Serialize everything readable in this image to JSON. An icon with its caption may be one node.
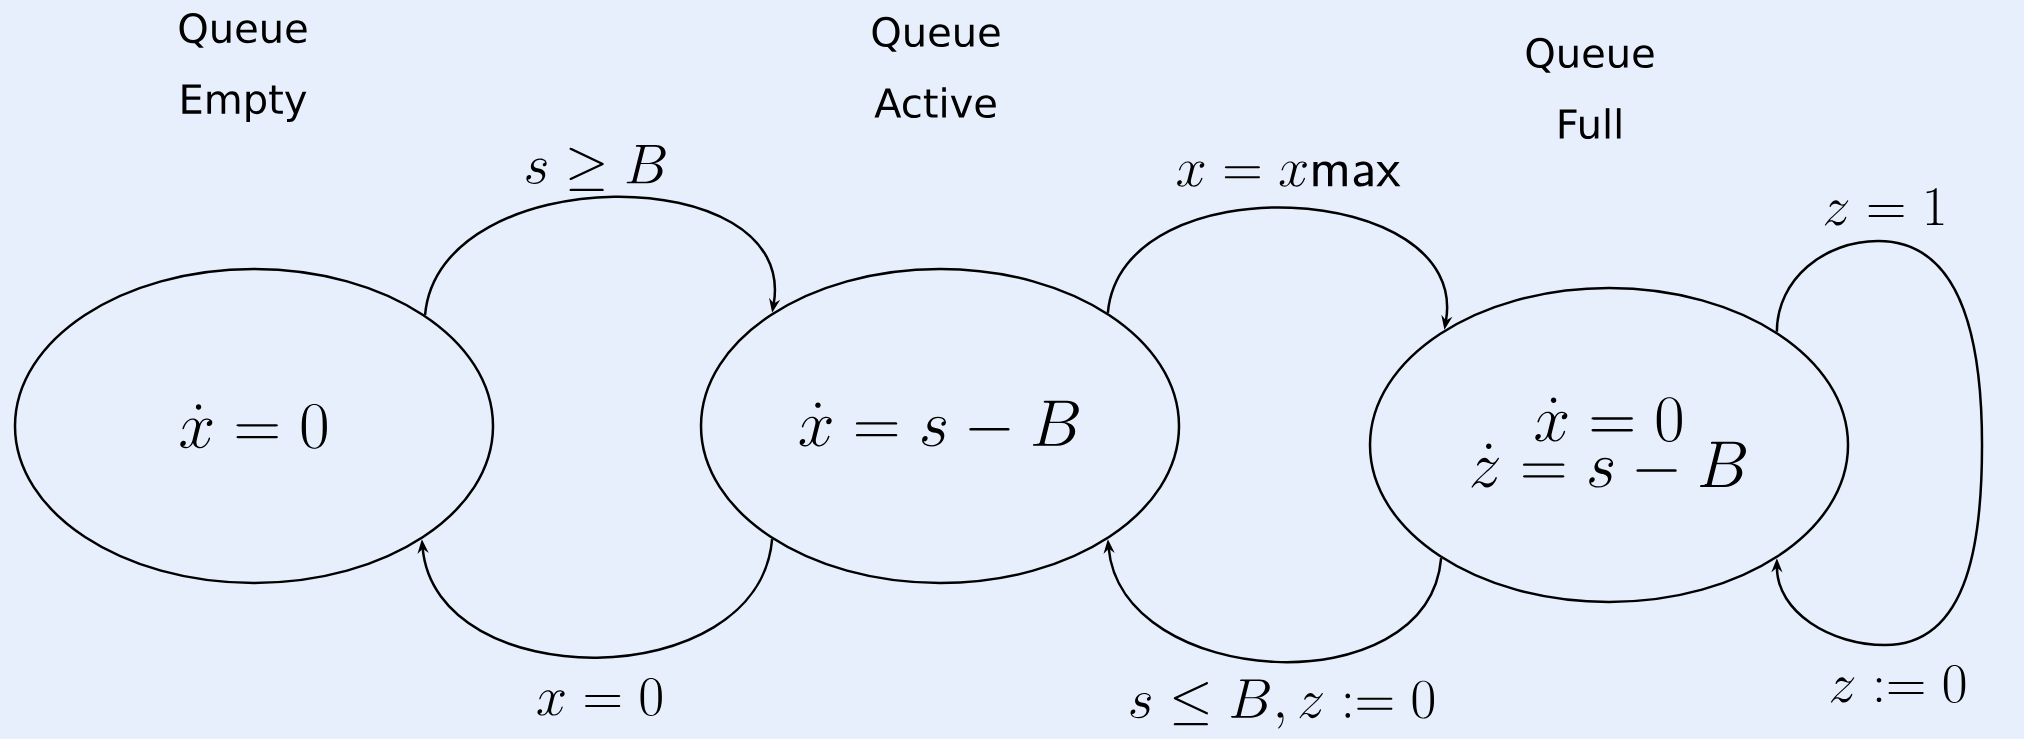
{
  "diagram": {
    "nodes": [
      {
        "text": [
          "Queue Empty",
          "\\dot{x} = 0"
        ]
      },
      {
        "text": [
          "Queue Active",
          "\\dot{x} = s - B"
        ]
      },
      {
        "text": [
          "Queue Full",
          "\\dot{x} = 0",
          "\\dot{z} = s - B"
        ]
      }
    ],
    "edges": [
      {
        "from": 0,
        "to": 1,
        "arrow": "to",
        "label": "s \\geq B"
      },
      {
        "from": 1,
        "to": 0,
        "arrow": "to",
        "label": "x = 0"
      },
      {
        "from": 1,
        "to": 2,
        "arrow": "to",
        "label": "x = x\\mathsf{max}"
      },
      {
        "from": 2,
        "to": 1,
        "arrow": "to",
        "label": "s \\leq B, z := 0"
      },
      {
        "from": 2,
        "to": 2,
        "arrow": "to",
        "label": "z = 1"
      }
    ],
    "labels": [
      "z := 0"
    ]
  }
}
